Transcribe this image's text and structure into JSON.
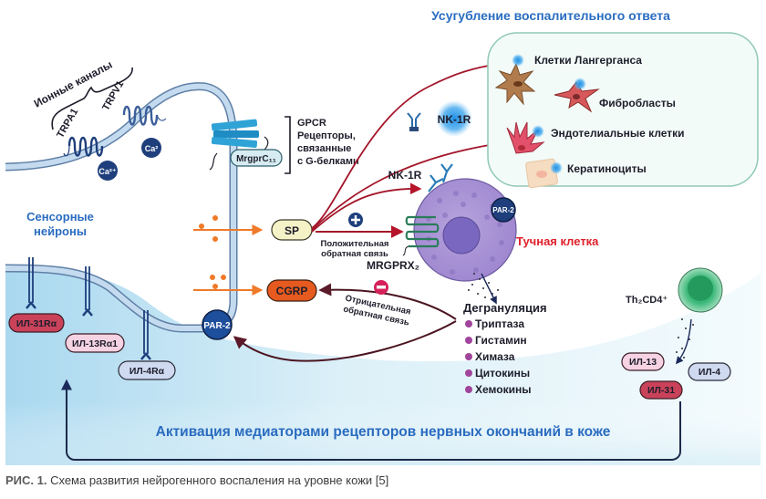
{
  "titles": {
    "top_right": "Усугубление воспалительного ответа",
    "bottom": "Активация медиаторами рецепторов нервных окончаний в коже",
    "sensory_neurons_line1": "Сенсорные",
    "sensory_neurons_line2": "нейроны",
    "mast_cell": "Тучная клетка"
  },
  "ion_channels": {
    "group_label": "Ионные каналы",
    "channel_1": "TRPA1",
    "channel_2": "TRPV1",
    "ion_1": "Ca²⁺",
    "ion_2": "Ca²"
  },
  "gpcr": {
    "receptor": "MrgprC₁₁",
    "line1": "GPCR",
    "line2": "Рецепторы,",
    "line3": "связанные",
    "line4": "с G-белками"
  },
  "mediators": {
    "sp": "SP",
    "cgrp": "CGRP",
    "par2_neuron": "PAR-2",
    "par2_mast": "PAR-2",
    "mrgprx2": "MRGPRX₂",
    "nk1r_free": "NK-1R",
    "nk1r_mast": "NK-1R"
  },
  "feedback": {
    "positive_sign": "+",
    "positive_line1": "Положительная",
    "positive_line2": "обратная связь",
    "negative_sign": "−",
    "negative_line1": "Отрицательная",
    "negative_line2": "обратная связь"
  },
  "target_cells": [
    {
      "label": "Клетки Лангерганса"
    },
    {
      "label": "Фибробласты"
    },
    {
      "label": "Эндотелиальные клетки"
    },
    {
      "label": "Кератиноциты"
    }
  ],
  "degranulation": {
    "title": "Дегрануляция",
    "items": [
      "Триптаза",
      "Гистамин",
      "Химаза",
      "Цитокины",
      "Хемокины"
    ],
    "bullet_color": "#a0449c"
  },
  "neuron_receptors": {
    "il31ra": "ИЛ-31Rα",
    "il13ra1": "ИЛ-13Rα1",
    "il4ra": "ИЛ-4Rα"
  },
  "th2": {
    "label": "Th₂CD4⁺",
    "il13": "ИЛ-13",
    "il4": "ИЛ-4",
    "il31": "ИЛ-31"
  },
  "caption": {
    "prefix": "РИС. 1.",
    "text": " Схема развития нейрогенного воспаления на уровне кожи [5]"
  },
  "colors": {
    "title_blue": "#2a6cc0",
    "mast_red": "#e0202a",
    "arrow_dark_red": "#8a1b2a",
    "orange": "#ef7a2a",
    "neuron_membrane": "#b9d3ea",
    "dark_navy": "#1e3f7c"
  }
}
